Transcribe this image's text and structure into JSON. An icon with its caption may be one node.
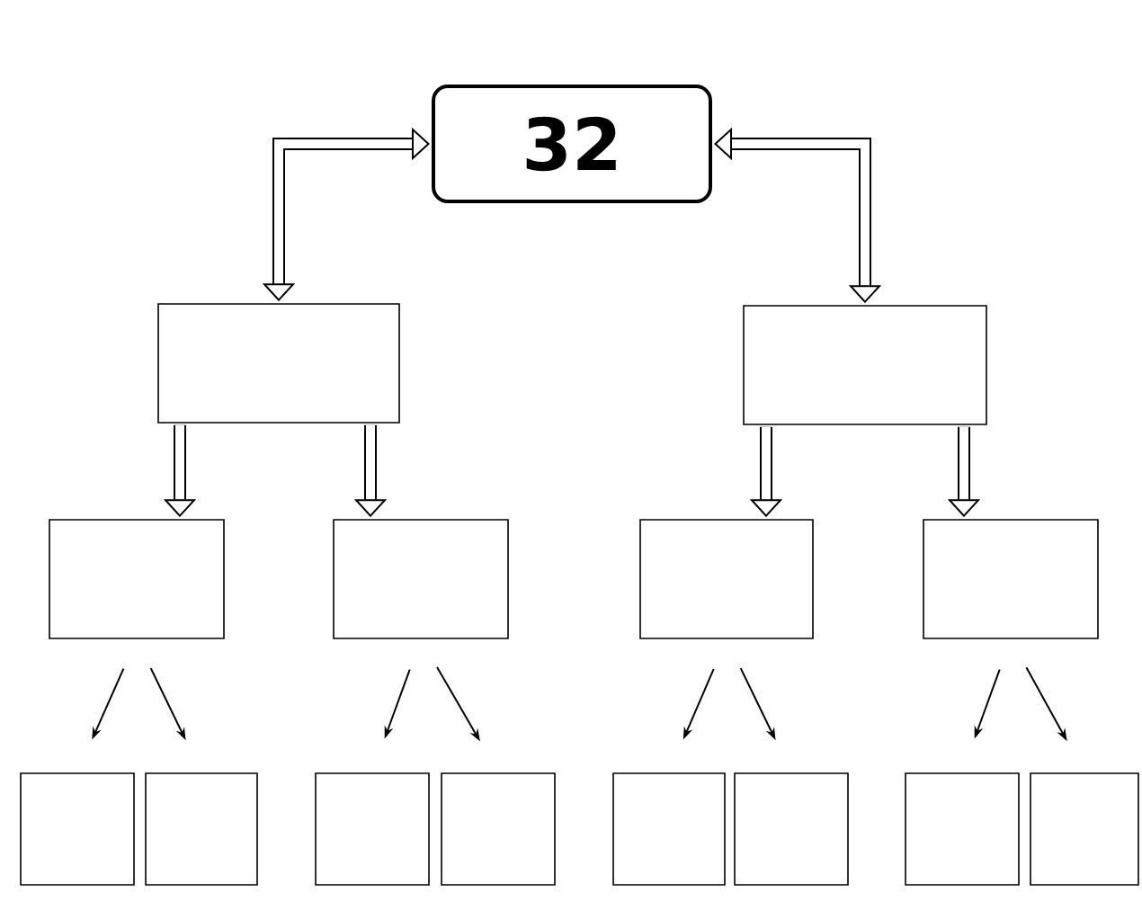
{
  "diagram": {
    "nodes": [
      {
        "text": [
          "32"
        ]
      },
      {
        "text": [],
        "shape": "box"
      },
      {
        "text": [],
        "shape": "box"
      },
      {
        "text": [],
        "shape": "box"
      },
      {
        "text": [],
        "shape": "box"
      },
      {
        "text": [],
        "shape": "box"
      },
      {
        "text": [],
        "shape": "box"
      },
      {
        "text": [],
        "shape": "box"
      },
      {
        "text": [],
        "shape": "box"
      },
      {
        "text": [],
        "shape": "box"
      },
      {
        "text": [],
        "shape": "box"
      },
      {
        "text": [],
        "shape": "box"
      },
      {
        "text": [],
        "shape": "box"
      },
      {
        "text": [],
        "shape": "box"
      },
      {
        "text": [],
        "shape": "box"
      }
    ],
    "edges": [
      {
        "from": 0,
        "to": 1,
        "arrow": "both",
        "style": "thick"
      },
      {
        "from": 0,
        "to": 2,
        "arrow": "both",
        "style": "thick"
      },
      {
        "from": 1,
        "to": 3,
        "arrow": "to",
        "style": "thick"
      },
      {
        "from": 1,
        "to": 4,
        "arrow": "to",
        "style": "thick"
      },
      {
        "from": 2,
        "to": 5,
        "arrow": "to",
        "style": "thick"
      },
      {
        "from": 2,
        "to": 6,
        "arrow": "to",
        "style": "thick"
      },
      {
        "from": 3,
        "to": 7,
        "arrow": "to"
      },
      {
        "from": 3,
        "to": 8,
        "arrow": "to"
      },
      {
        "from": 4,
        "to": 9,
        "arrow": "to"
      },
      {
        "from": 4,
        "to": 10,
        "arrow": "to"
      },
      {
        "from": 5,
        "to": 11,
        "arrow": "to"
      },
      {
        "from": 5,
        "to": 12,
        "arrow": "to"
      },
      {
        "from": 6,
        "to": 13,
        "arrow": "to"
      },
      {
        "from": 6,
        "to": 14,
        "arrow": "to"
      }
    ]
  }
}
